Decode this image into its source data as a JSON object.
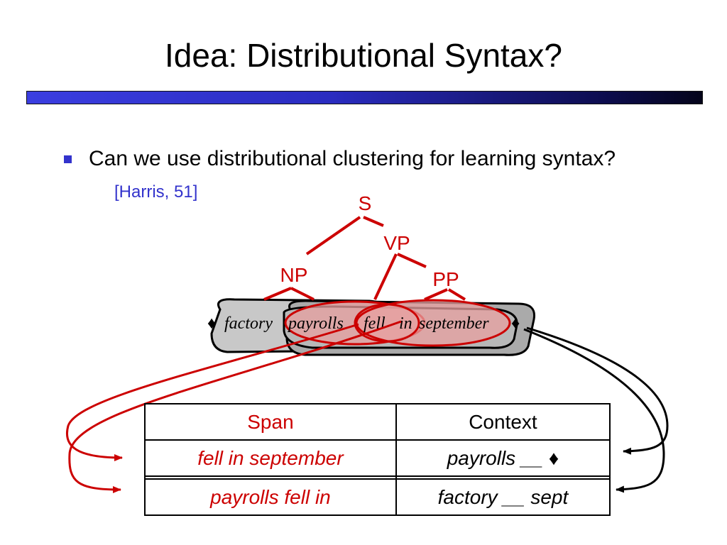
{
  "slide": {
    "title": "Idea: Distributional Syntax?",
    "bullet": "Can we use distributional clustering for learning syntax?",
    "citation": "[Harris, 51]"
  },
  "tree": {
    "labels": [
      "S",
      "VP",
      "NP",
      "PP"
    ],
    "sentence": [
      "♦",
      "factory",
      "payrolls",
      "fell",
      "in",
      "september",
      "♦"
    ]
  },
  "table": {
    "headers": {
      "span": "Span",
      "context": "Context"
    },
    "rows": [
      {
        "span": "fell in september",
        "context": "payrolls __ ♦"
      },
      {
        "span": "payrolls fell in",
        "context": "factory __ sept"
      }
    ]
  },
  "colors": {
    "accent_red": "#cc0000",
    "accent_blue": "#3333cc",
    "bubble_gray": "#c8c8c8",
    "bubble_red_fill": "#e8a0a0"
  }
}
